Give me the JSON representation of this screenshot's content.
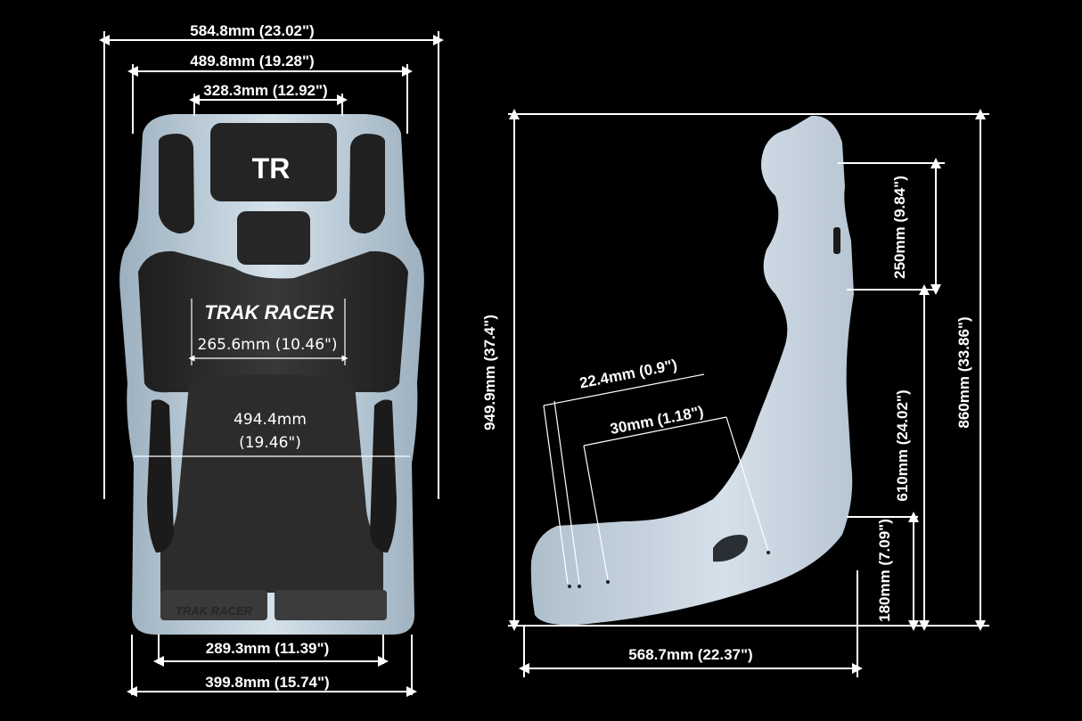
{
  "diagram": {
    "subject": "Racing seat dimensions",
    "colors": {
      "background": "#000000",
      "shell": "#c4d3dd",
      "shell_shade": "#9fb0bd",
      "padding": "#2b2b2b",
      "lines": "#ffffff"
    },
    "front_view": {
      "logo": "TR",
      "brand": "TRAK RACER",
      "bottom_brand": "TRAK RACER",
      "dimensions": {
        "overall_width": "584.8mm (23.02\")",
        "shoulder_width": "489.8mm (19.28\")",
        "headrest_width": "328.3mm (12.92\")",
        "back_width": "265.6mm (10.46\")",
        "hip_width": "494.4mm",
        "hip_width_in": "(19.46\")",
        "seat_base_width": "289.3mm (11.39\")",
        "base_width": "399.8mm (15.74\")"
      }
    },
    "side_view": {
      "dimensions": {
        "overall_height": "949.9mm (37.4\")",
        "depth": "568.7mm (22.37\")",
        "harness_slot_1": "22.4mm (0.9\")",
        "harness_slot_2": "30mm (1.18\")",
        "headrest_height": "250mm (9.84\")",
        "back_height": "610mm (24.02\")",
        "total_back_height": "860mm (33.86\")",
        "seat_height": "180mm (7.09\")"
      }
    }
  }
}
